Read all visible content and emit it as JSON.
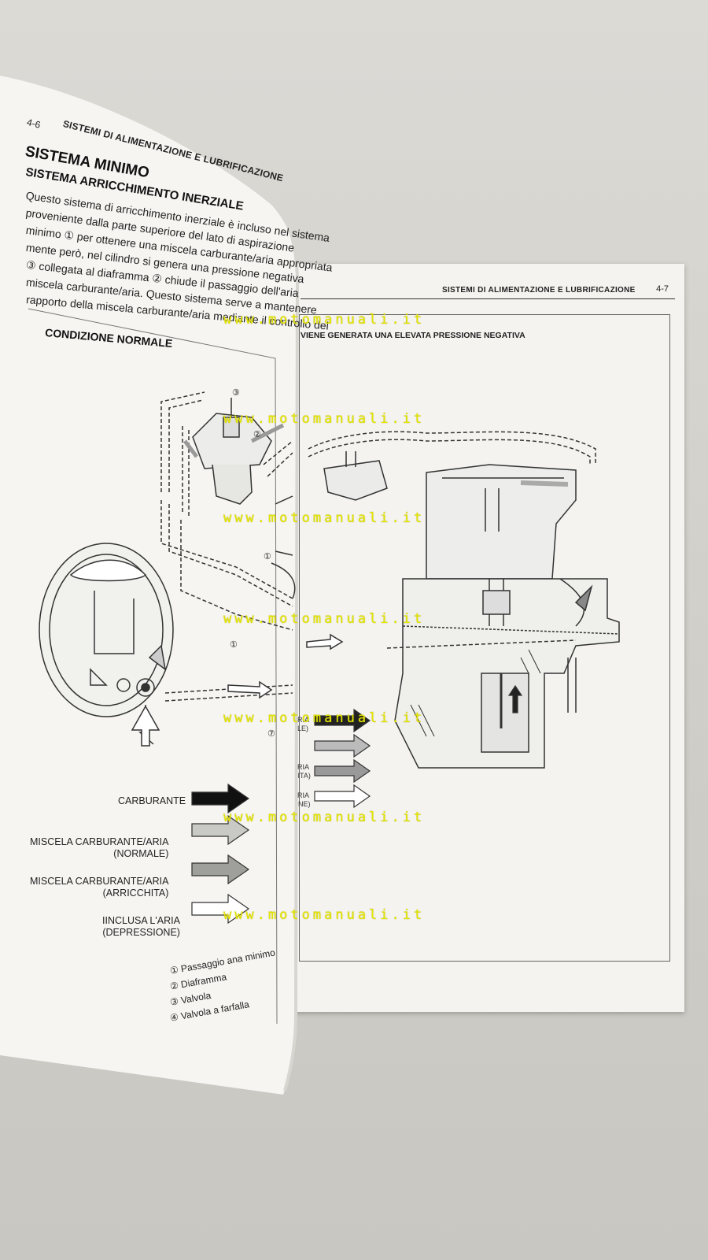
{
  "left_page": {
    "page_number": "4-6",
    "header": "SISTEMI DI ALIMENTAZIONE E LUBRIFICAZIONE",
    "section_title": "SISTEMA MINIMO",
    "subsection_title": "SISTEMA ARRICCHIMENTO INERZIALE",
    "body_lines": [
      "Questo sistema di arricchimento inerziale è incluso nel sistema",
      "proveniente dalla parte superiore del lato di aspirazione",
      "minimo ① per ottenere una miscela carburante/aria appropriata",
      "mente però, nel cilindro si genera una pressione negativa",
      "③ collegata al diaframma ② chiude il passaggio dell'aria",
      "miscela carburante/aria. Questo sistema serve a mantenere",
      "rapporto della miscela carburante/aria mediante il controllo del"
    ],
    "diagram_title": "CONDIZIONE NORMALE",
    "legend": [
      {
        "label": "CARBURANTE"
      },
      {
        "label": "MISCELA CARBURANTE/ARIA (NORMALE)"
      },
      {
        "label": "MISCELA CARBURANTE/ARIA (ARRICCHITA)"
      },
      {
        "label": "IINCLUSA L'ARIA (DEPRESSIONE)"
      }
    ],
    "legend_lines": [
      [
        "CARBURANTE"
      ],
      [
        "MISCELA CARBURANTE/ARIA",
        "(NORMALE)"
      ],
      [
        "MISCELA CARBURANTE/ARIA",
        "(ARRICCHITA)"
      ],
      [
        "IINCLUSA L'ARIA",
        "(DEPRESSIONE)"
      ]
    ],
    "parts": [
      "① Passaggio ana minimo",
      "② Diaframma",
      "③ Valvola",
      "④ Valvola a farfalla"
    ],
    "callouts": [
      "①",
      "②",
      "③",
      "⑦"
    ]
  },
  "right_page": {
    "header": "SISTEMI DI ALIMENTAZIONE E LUBRIFICAZIONE",
    "page_number": "4-7",
    "subtitle_fragment": "VIENE GENERATA UNA ELEVATA PRESSIONE NEGATIVA",
    "legend_fragments": [
      "ARIA",
      "ALE)",
      "ARIA",
      "HITA)",
      "ARIA",
      "ONE)"
    ]
  },
  "watermark": "www.motomanuali.it",
  "colors": {
    "paper": "#f7f6f3",
    "ink": "#222222",
    "watermark": "#e6e600"
  }
}
